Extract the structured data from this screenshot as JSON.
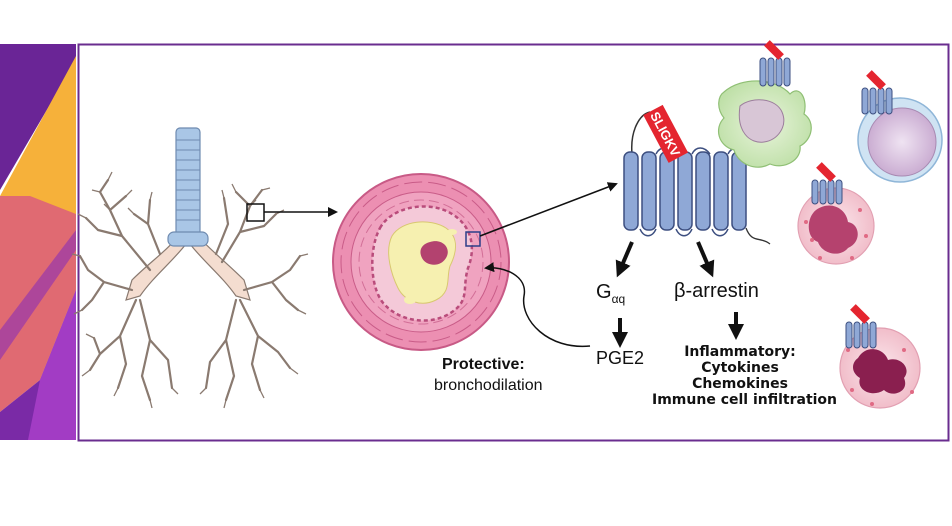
{
  "receptor_tag": "SLIGKV",
  "pathways": {
    "gq": {
      "main": "G",
      "sub": "αq"
    },
    "barrestin": "β-arrestin",
    "pge2": "PGE2"
  },
  "outcomes": {
    "protective_title": "Protective:",
    "protective_effect": "bronchodilation",
    "inflammatory_title": "Inflammatory:",
    "inflammatory_items": [
      "Cytokines",
      "Chemokines",
      "Immune cell infiltration"
    ]
  },
  "colors": {
    "frame": "#6a2d8f",
    "deco_purple": "#6a2596",
    "deco_orange": "#f6b13a",
    "deco_pink": "#e06a72",
    "deco_magenta": "#a23cc4",
    "airway_pink": "#ec8fb2",
    "receptor_blue": "#8fa8d6",
    "tag_red": "#e4252f",
    "lung_fill": "#f4ddd0",
    "trachea_blue": "#a9c6e6"
  }
}
